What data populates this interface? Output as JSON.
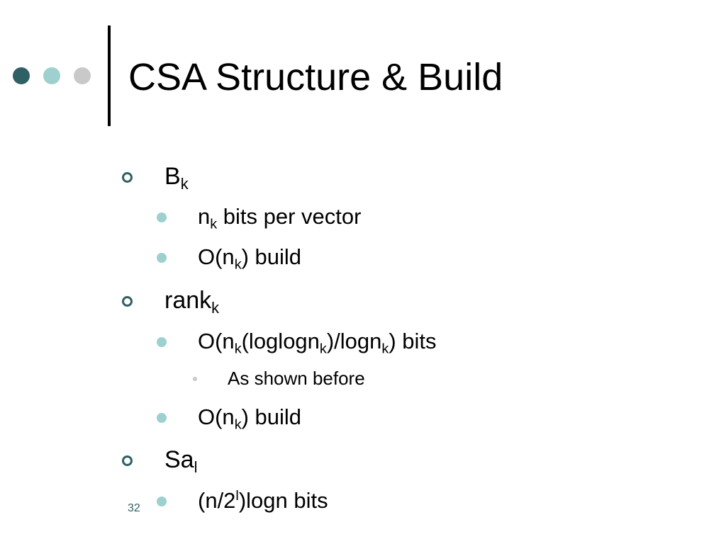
{
  "slide": {
    "title": "CSA Structure & Build",
    "page_number": "32",
    "colors": {
      "accent_dark": "#2f6065",
      "accent_light": "#9dd0cf",
      "accent_gray": "#c9c9c9"
    },
    "bullets": {
      "b1": {
        "base": "B",
        "sub": "k"
      },
      "b1_1": {
        "base": "n",
        "sub": "k",
        "rest": " bits per vector"
      },
      "b1_2": {
        "pre": "O(n",
        "sub": "k",
        "post": ") build"
      },
      "b2": {
        "base": "rank",
        "sub": "k"
      },
      "b2_1": {
        "t1": "O(n",
        "s1": "k",
        "t2": "(loglogn",
        "s2": "k",
        "t3": ")/logn",
        "s3": "k",
        "t4": ") bits"
      },
      "b2_1_1": {
        "text": "As shown before"
      },
      "b2_2": {
        "pre": "O(n",
        "sub": "k",
        "post": ") build"
      },
      "b3": {
        "base": "Sa",
        "sub": "l"
      },
      "b3_1": {
        "pre": "(n/2",
        "sup": "l",
        "post": ")logn bits"
      }
    },
    "icons": {
      "header_dots": [
        "circle-dark",
        "circle-light",
        "circle-gray"
      ],
      "level1_bullet": "hollow-ring",
      "level2_bullet": "filled-disc",
      "level3_bullet": "small-dot"
    }
  }
}
